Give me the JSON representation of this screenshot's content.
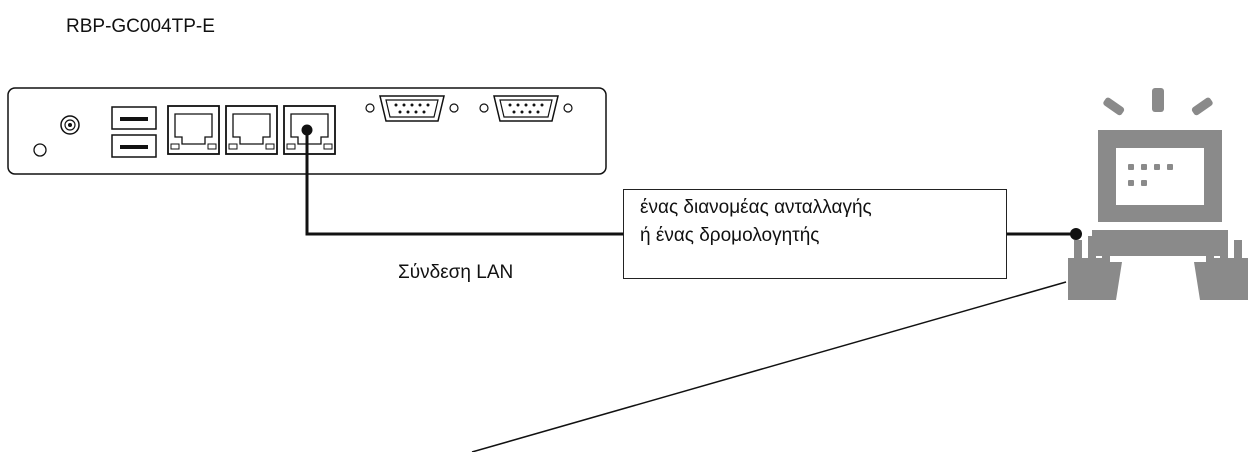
{
  "device": {
    "model": "RBP-GC004TP-E"
  },
  "connection": {
    "lan_label": "Σύνδεση LAN"
  },
  "network_device": {
    "line1": "ένας διανομέας ανταλλαγής",
    "line2": "ή ένας δρομολογητής"
  },
  "icons": {
    "device_ports": [
      "power-jack-icon",
      "usb-port-icon",
      "ethernet-port-icon",
      "serial-port-icon"
    ],
    "computer": "computer-user-icon"
  },
  "colors": {
    "line": "#111111",
    "icon_gray": "#8a8a8a",
    "background": "#ffffff"
  }
}
